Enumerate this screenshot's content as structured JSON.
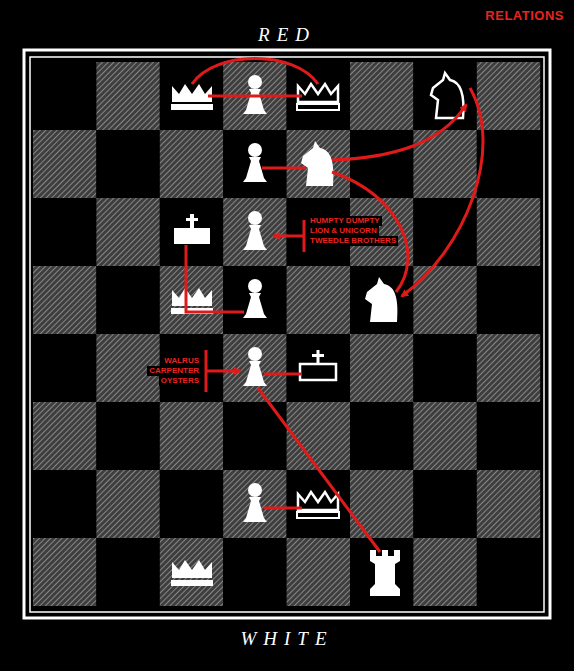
{
  "diagram": {
    "title": "RELATIONS",
    "labels": [
      "RED",
      "WHITE",
      "HUMPTY DUMPTY",
      "LION & UNICORN",
      "TWEEDLE BROTHERS",
      "WALRUS",
      "CARPENTER",
      "OYSTERS"
    ]
  }
}
